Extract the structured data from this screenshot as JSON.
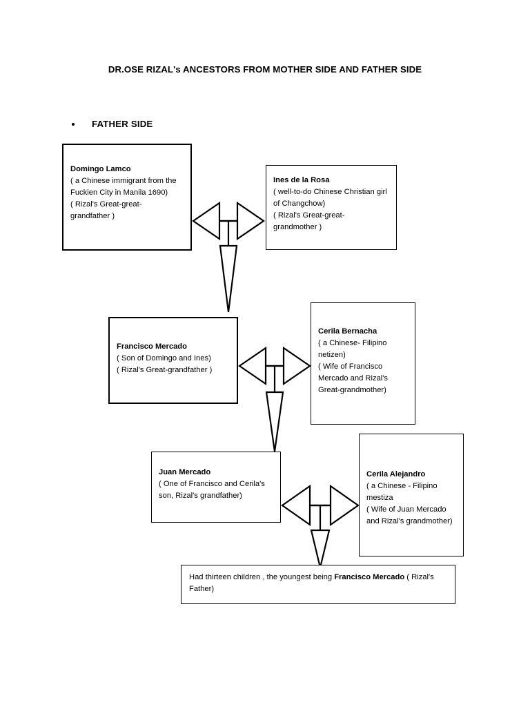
{
  "document": {
    "title": "DR.OSE RIZAL's ANCESTORS FROM MOTHER SIDE AND FATHER SIDE",
    "section_bullet_label": "FATHER SIDE",
    "bullet_glyph": "bullet-dot",
    "background_color": "#ffffff",
    "text_color": "#000000",
    "border_color": "#000000"
  },
  "nodes": [
    {
      "id": "domingo-lamco",
      "name": "Domingo Lamco",
      "lines": [
        "( a Chinese immigrant from the",
        "Fuckien City in Manila 1690)",
        "( Rizal's Great-great-",
        "grandfather )"
      ]
    },
    {
      "id": "ines-de-la-rosa",
      "name": "Ines de la Rosa",
      "lines": [
        "( well-to-do Chinese Christian girl",
        "of Changchow)",
        "( Rizal's Great-great-",
        "grandmother )"
      ]
    },
    {
      "id": "francisco-mercado",
      "name": "Francisco Mercado",
      "lines": [
        "( Son of Domingo and Ines)",
        "( Rizal's Great-grandfather )"
      ]
    },
    {
      "id": "cerila-bernacha",
      "name": "Cerila Bernacha",
      "lines": [
        "( a Chinese- Filipino",
        "netizen)",
        "( Wife of Francisco",
        "Mercado and Rizal's",
        "Great-grandmother)"
      ]
    },
    {
      "id": "juan-mercado",
      "name": "Juan Mercado",
      "lines": [
        "( One of Francisco and Cerila's",
        "son, Rizal's grandfather)"
      ]
    },
    {
      "id": "cerila-alejandro",
      "name": "Cerila Alejandro",
      "lines": [
        "( a Chinese - Filipino",
        "mestiza",
        "( Wife of Juan Mercado",
        "and Rizal's grandmother)"
      ]
    }
  ],
  "summary": {
    "prefix": "Had thirteen children , the youngest being ",
    "emphasis": "Francisco Mercado",
    "suffix": " ( Rizal's Father)"
  },
  "connectors": [
    {
      "id": "union-1",
      "name": "marriage-union-arrow"
    },
    {
      "id": "union-2",
      "name": "marriage-union-arrow"
    },
    {
      "id": "union-3",
      "name": "marriage-union-arrow"
    }
  ]
}
